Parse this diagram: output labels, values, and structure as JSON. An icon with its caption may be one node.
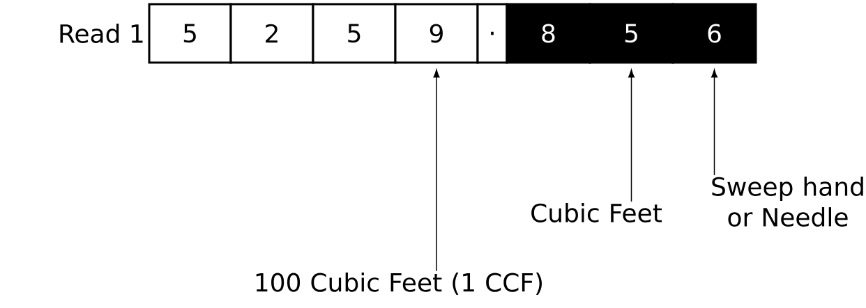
{
  "diagram": {
    "nodes": [
      {
        "text": [
          "5"
        ]
      },
      {
        "text": [
          "2"
        ]
      },
      {
        "text": [
          "5"
        ]
      },
      {
        "text": [
          "9"
        ]
      },
      {
        "text": [
          "."
        ]
      },
      {
        "text": [
          "8"
        ]
      },
      {
        "text": [
          "5"
        ]
      },
      {
        "text": [
          "6"
        ]
      },
      {
        "text": [
          "100 Cubic Feet (1 CCF)"
        ]
      },
      {
        "text": [
          "Cubic Feet"
        ]
      },
      {
        "text": [
          "Sweep hand or Needle"
        ]
      }
    ],
    "edges": [
      {
        "from": 8,
        "to": 3,
        "arrow": "to"
      },
      {
        "from": 9,
        "to": 6,
        "arrow": "to"
      },
      {
        "from": 10,
        "to": 7,
        "arrow": "to"
      }
    ],
    "labels": [
      "Read 1"
    ]
  }
}
